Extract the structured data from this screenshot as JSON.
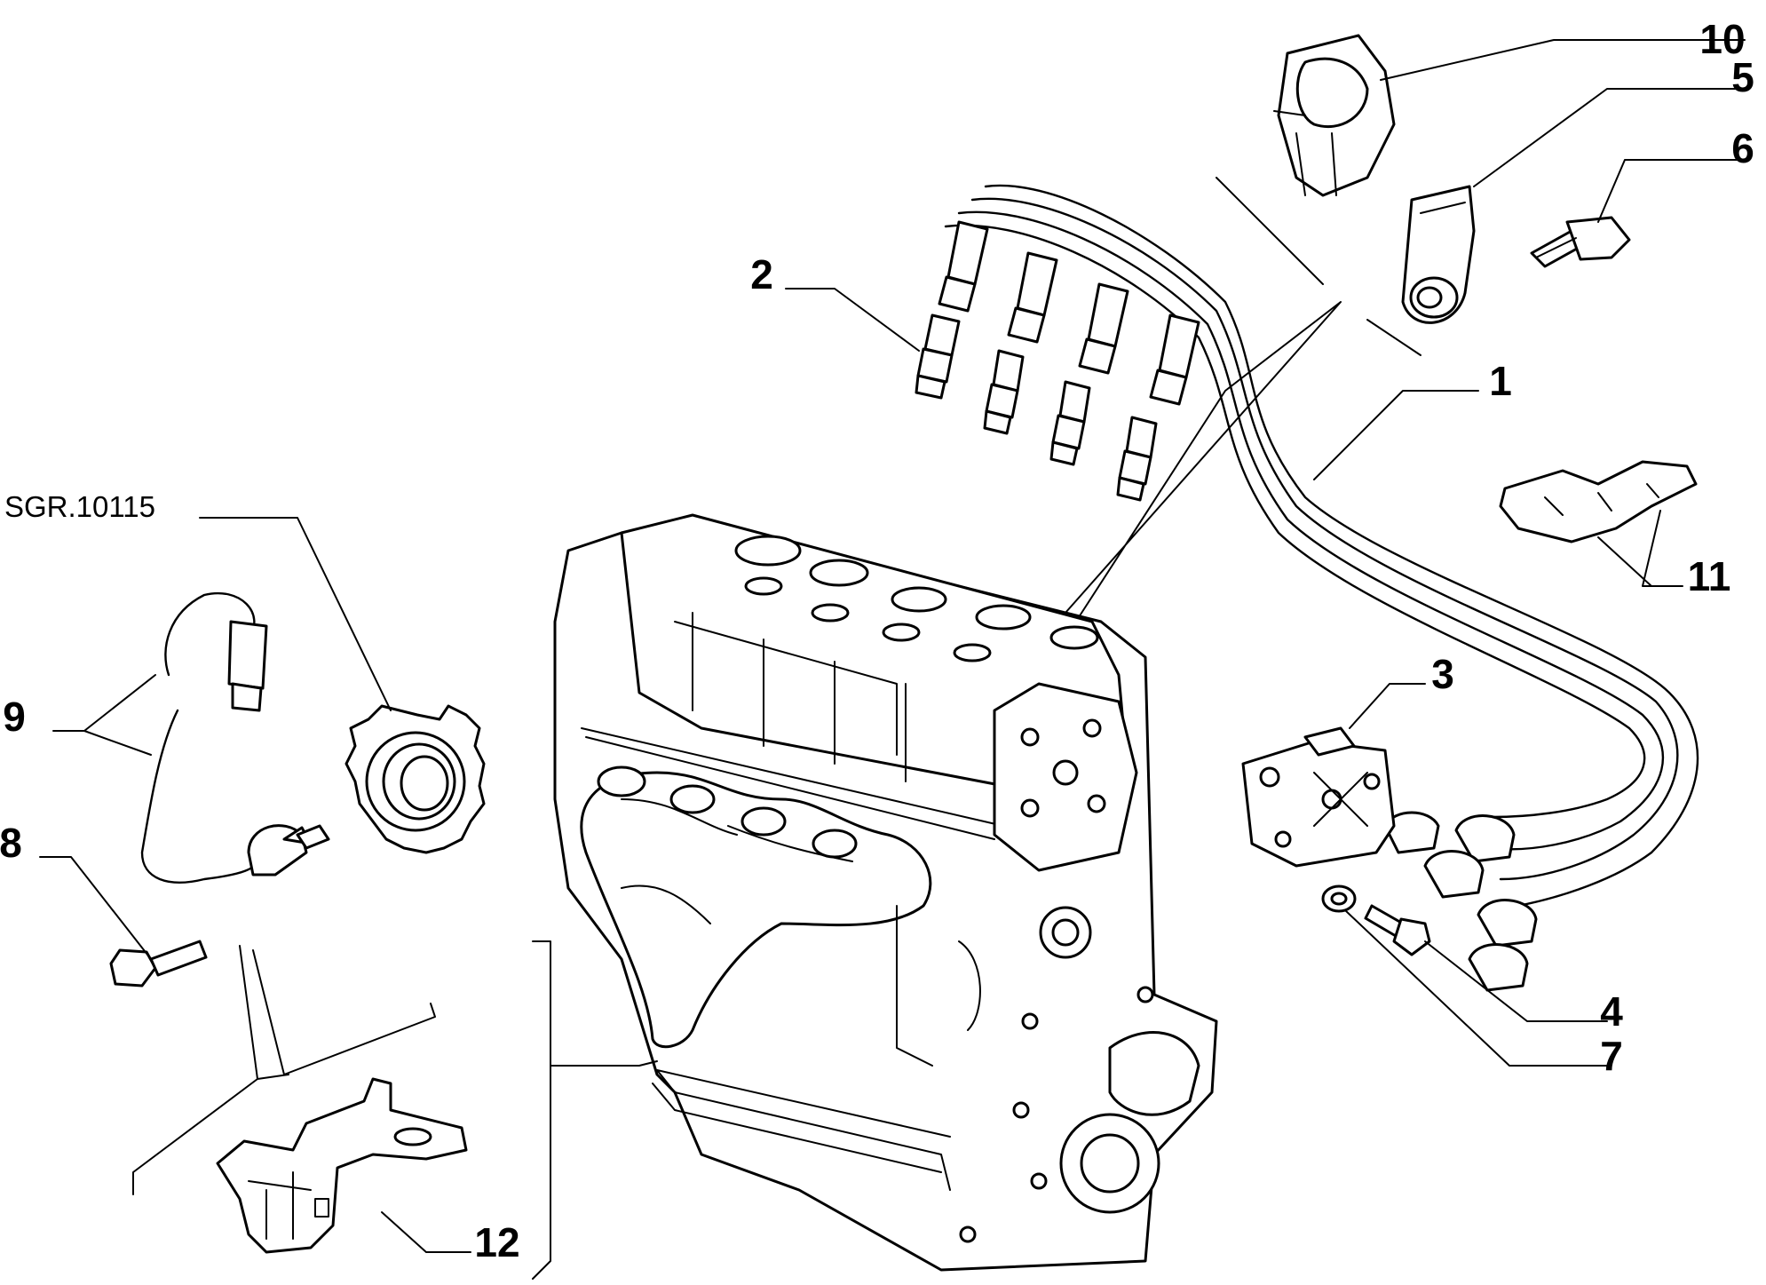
{
  "drawing_code": "SGR.10115",
  "callouts": [
    "1",
    "2",
    "3",
    "4",
    "5",
    "6",
    "7",
    "8",
    "9",
    "10",
    "11",
    "12"
  ]
}
